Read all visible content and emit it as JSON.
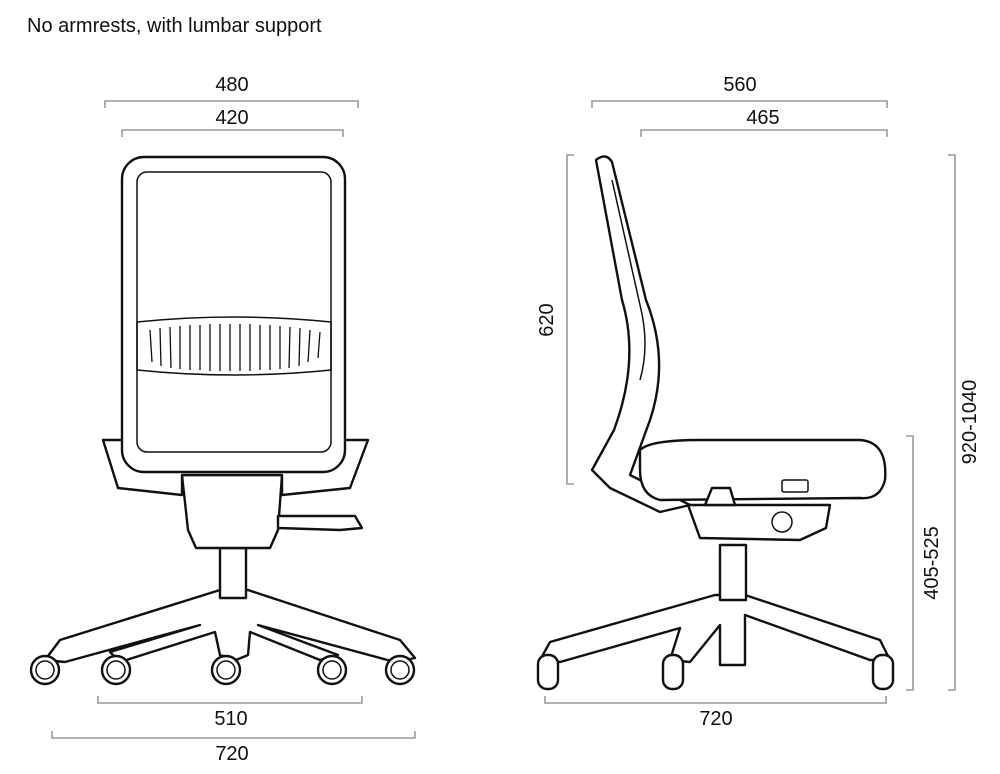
{
  "title": "No armrests, with lumbar support",
  "front_view": {
    "dimensions": {
      "overall_back_width": "480",
      "inner_back_width": "420",
      "wheel_span": "510",
      "base_width": "720"
    }
  },
  "side_view": {
    "dimensions": {
      "overall_depth": "560",
      "seat_depth": "465",
      "back_height": "620",
      "total_height": "920-1040",
      "seat_height": "405-525",
      "base_depth": "720"
    }
  }
}
